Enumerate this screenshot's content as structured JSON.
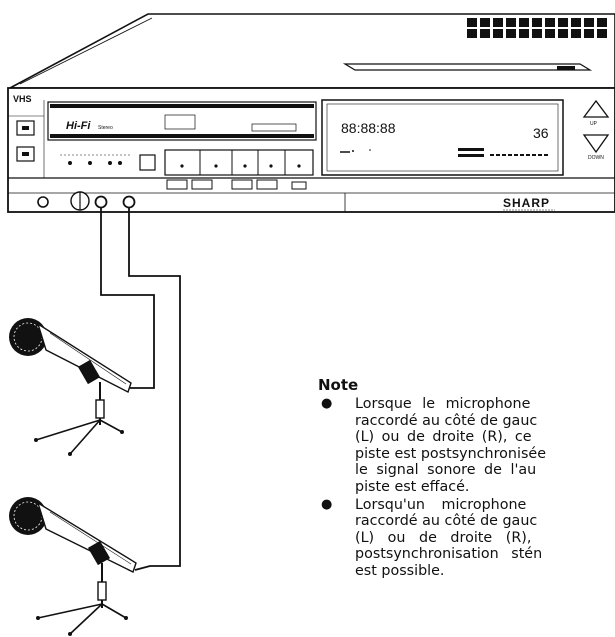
{
  "device": {
    "logo_vhs": "VHS",
    "logo_hifi": "Hi-Fi",
    "logo_hifi_sub": "Stereo",
    "brand": "SHARP",
    "display_counter": "88:88:88",
    "display_time": "36",
    "label_up": "UP",
    "label_down": "DOWN"
  },
  "note": {
    "title": "Note",
    "items": [
      {
        "lines": [
          "Lorsque le microphone",
          "raccordé au côté de gauc",
          "(L) ou de droite (R), ce",
          "piste est postsynchronisée",
          "le signal sonore de l'au",
          "piste est effacé."
        ]
      },
      {
        "lines": [
          "Lorsqu'un microphone",
          "raccordé au côté de gauc",
          "(L) ou de droite (R),",
          "postsynchronisation stén",
          "est possible."
        ]
      }
    ]
  }
}
